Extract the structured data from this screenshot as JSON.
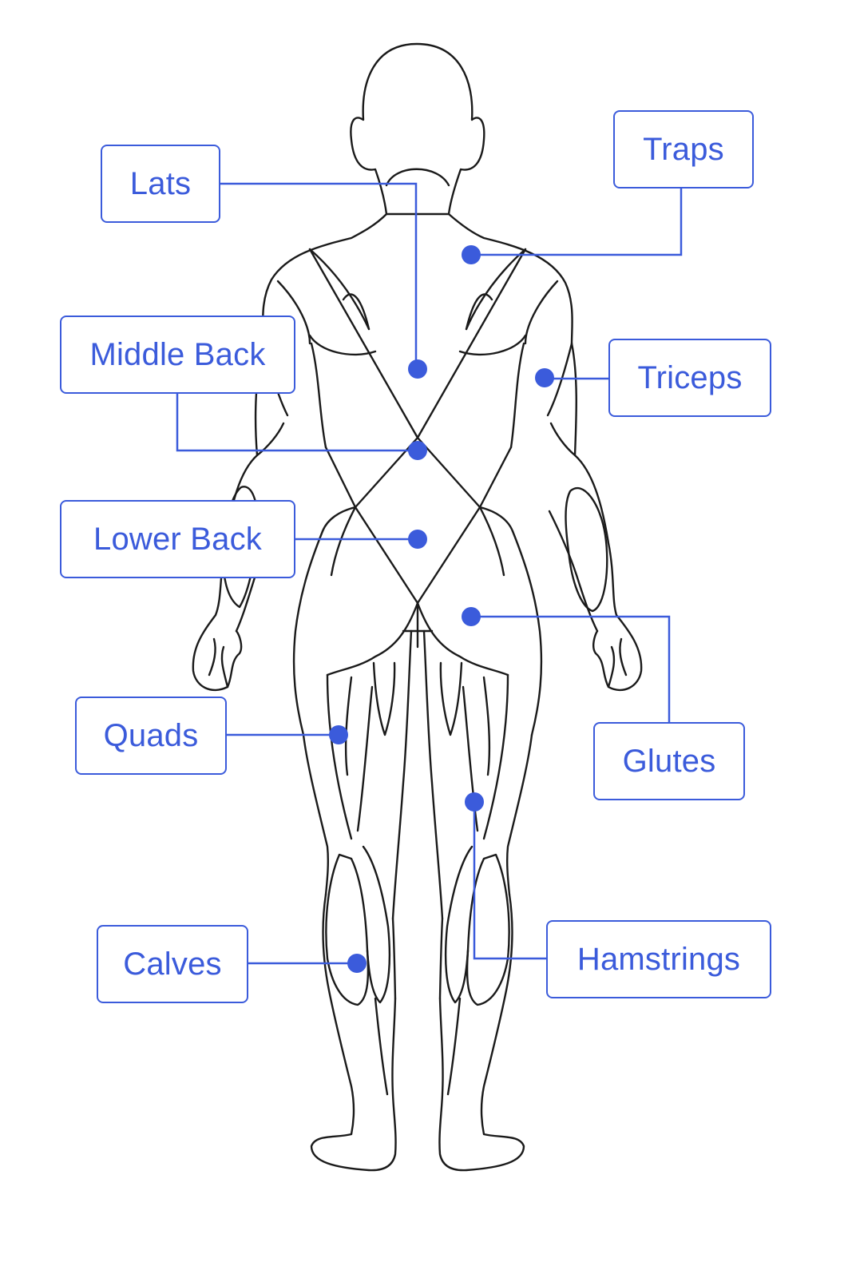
{
  "colors": {
    "accent": "#3b5bdb",
    "outline": "#1a1a1a",
    "background": "#ffffff"
  },
  "labels": {
    "lats": "Lats",
    "traps": "Traps",
    "middle_back": "Middle Back",
    "triceps": "Triceps",
    "lower_back": "Lower Back",
    "quads": "Quads",
    "glutes": "Glutes",
    "calves": "Calves",
    "hamstrings": "Hamstrings"
  }
}
